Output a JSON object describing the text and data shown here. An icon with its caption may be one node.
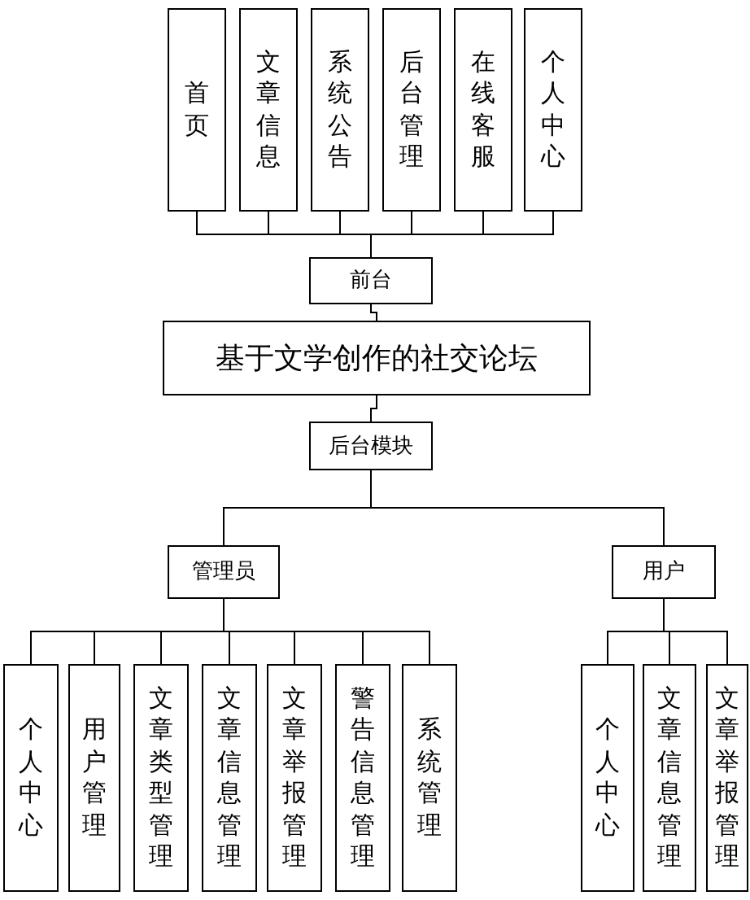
{
  "diagram": {
    "nodes": [
      {
        "text": [
          "首页"
        ]
      },
      {
        "text": [
          "文章信息"
        ]
      },
      {
        "text": [
          "系统公告"
        ]
      },
      {
        "text": [
          "后台管理"
        ]
      },
      {
        "text": [
          "在线客服"
        ]
      },
      {
        "text": [
          "个人中心"
        ]
      },
      {
        "text": [
          "前台"
        ]
      },
      {
        "text": [
          "基于文学创作的社交论坛"
        ]
      },
      {
        "text": [
          "后台模块"
        ]
      },
      {
        "text": [
          "管理员"
        ]
      },
      {
        "text": [
          "用户"
        ]
      },
      {
        "text": [
          "个人中心"
        ]
      },
      {
        "text": [
          "用户管理"
        ]
      },
      {
        "text": [
          "文章类型管理"
        ]
      },
      {
        "text": [
          "文章信息管理"
        ]
      },
      {
        "text": [
          "文章举报管理"
        ]
      },
      {
        "text": [
          "警告信息管理"
        ]
      },
      {
        "text": [
          "系统管理"
        ]
      },
      {
        "text": [
          "个人中心"
        ]
      },
      {
        "text": [
          "文章信息管理"
        ]
      },
      {
        "text": [
          "文章举报管理"
        ]
      }
    ],
    "edges": [
      {
        "from": 0,
        "to": 6,
        "arrow": "none"
      },
      {
        "from": 1,
        "to": 6,
        "arrow": "none"
      },
      {
        "from": 2,
        "to": 6,
        "arrow": "none"
      },
      {
        "from": 3,
        "to": 6,
        "arrow": "none"
      },
      {
        "from": 4,
        "to": 6,
        "arrow": "none"
      },
      {
        "from": 5,
        "to": 6,
        "arrow": "none"
      },
      {
        "from": 6,
        "to": 7,
        "arrow": "none"
      },
      {
        "from": 7,
        "to": 8,
        "arrow": "none"
      },
      {
        "from": 8,
        "to": 9,
        "arrow": "none"
      },
      {
        "from": 8,
        "to": 10,
        "arrow": "none"
      },
      {
        "from": 9,
        "to": 11,
        "arrow": "none"
      },
      {
        "from": 9,
        "to": 12,
        "arrow": "none"
      },
      {
        "from": 9,
        "to": 13,
        "arrow": "none"
      },
      {
        "from": 9,
        "to": 14,
        "arrow": "none"
      },
      {
        "from": 9,
        "to": 15,
        "arrow": "none"
      },
      {
        "from": 9,
        "to": 16,
        "arrow": "none"
      },
      {
        "from": 9,
        "to": 17,
        "arrow": "none"
      },
      {
        "from": 10,
        "to": 18,
        "arrow": "none"
      },
      {
        "from": 10,
        "to": 19,
        "arrow": "none"
      },
      {
        "from": 10,
        "to": 20,
        "arrow": "none"
      }
    ]
  }
}
